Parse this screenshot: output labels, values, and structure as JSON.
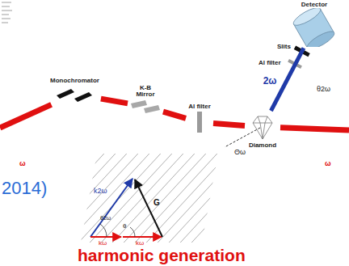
{
  "diagram": {
    "nodes": [
      {
        "text": [
          "Monochromator"
        ]
      },
      {
        "text": [
          "K-B Mirror"
        ]
      },
      {
        "text": [
          "Al filter"
        ]
      },
      {
        "text": [
          "Diamond"
        ]
      },
      {
        "text": [
          "Detector"
        ]
      }
    ],
    "edges": [
      {
        "from": 0,
        "to": 1,
        "arrow": "none"
      },
      {
        "from": 1,
        "to": 2,
        "arrow": "none"
      },
      {
        "from": 2,
        "to": 3,
        "arrow": "none"
      },
      {
        "from": 3,
        "to": 4,
        "label": "2ω",
        "arrow": "none"
      }
    ],
    "labels": [
      "Slits",
      "Al filter",
      "θ2ω",
      "Θω",
      "ω",
      "ω",
      "2014)",
      "k2ω",
      "θ2ω",
      "θ",
      "kω",
      "kω",
      "G",
      "harmonic generation"
    ]
  }
}
